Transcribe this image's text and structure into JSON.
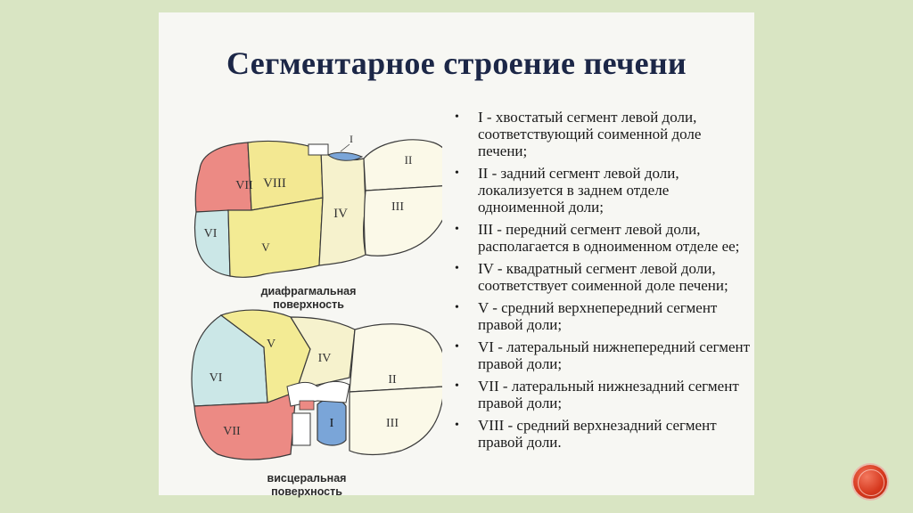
{
  "title": "Сегментарное строение печени",
  "bullet_marker": "•",
  "bullets": [
    "I - хвостатый сегмент левой доли, соответствующий соименной доле печени;",
    "II - задний сегмент левой доли, локализуется в заднем отделе одноименной доли;",
    "III - передний сегмент левой доли, располагается в одноименном отделе ее;",
    "IV - квадратный сегмент левой доли, соответствует соименной доле печени;",
    "V - средний верхнепередний сегмент правой доли;",
    "VI - латеральный нижнепередний сегмент правой доли;",
    "VII - латеральный нижнезадний сегмент правой доли;",
    "VIII - средний верхнезадний сегмент правой доли."
  ],
  "diagram": {
    "top_caption_line1": "диафрагмальная",
    "top_caption_line2": "поверхность",
    "bottom_caption_line1": "висцеральная",
    "bottom_caption_line2": "поверхность",
    "labels": {
      "I": "I",
      "II": "II",
      "III": "III",
      "IV": "IV",
      "V": "V",
      "VI": "VI",
      "VII": "VII",
      "VIII": "VIII"
    },
    "colors": {
      "segment_VII": "#ec8a84",
      "segment_VI": "#cbe7e7",
      "segment_V": "#f3eb94",
      "segment_VIII": "#f3e892",
      "segment_IV": "#f6f2cd",
      "segment_left": "#fbf9e8",
      "segment_I": "#7aa5d8",
      "outline": "#3a3a3a"
    }
  }
}
